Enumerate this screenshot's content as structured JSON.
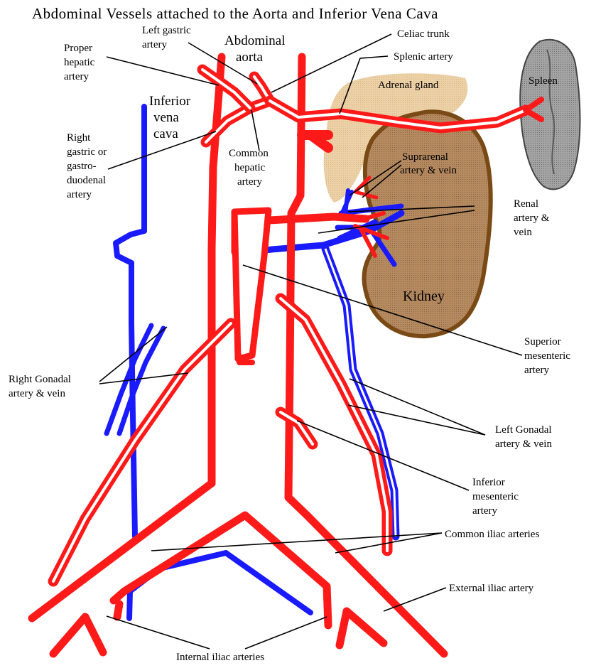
{
  "title": "Abdominal Vessels attached to the Aorta and Inferior Vena Cava",
  "colors": {
    "artery": "#ff1a1a",
    "vein": "#1a1aff",
    "adrenal": "#e9c99a",
    "kidney_fill": "#b58a60",
    "kidney_border": "#7a4a16",
    "spleen": "#9a9a9a"
  },
  "labels": {
    "left_gastric_1": "Left gastric",
    "left_gastric_2": "artery",
    "abdominal_aorta_1": "Abdominal",
    "abdominal_aorta_2": "aorta",
    "celiac_trunk": "Celiac trunk",
    "splenic_artery": "Splenic artery",
    "proper_hepatic_1": "Proper",
    "proper_hepatic_2": "hepatic",
    "proper_hepatic_3": "artery",
    "adrenal_gland": "Adrenal gland",
    "spleen": "Spleen",
    "ivc_1": "Inferior",
    "ivc_2": "vena",
    "ivc_3": "cava",
    "right_gastric_1": "Right",
    "right_gastric_2": "gastric or",
    "right_gastric_3": "gastro-",
    "right_gastric_4": "duodenal",
    "right_gastric_5": "artery",
    "common_hepatic_1": "Common",
    "common_hepatic_2": "hepatic",
    "common_hepatic_3": "artery",
    "suprarenal_1": "Suprarenal",
    "suprarenal_2": "artery & vein",
    "renal_1": "Renal",
    "renal_2": "artery &",
    "renal_3": "vein",
    "kidney": "Kidney",
    "superior_mesenteric_1": "Superior",
    "superior_mesenteric_2": "mesenteric",
    "superior_mesenteric_3": "artery",
    "right_gonadal_1": "Right Gonadal",
    "right_gonadal_2": "artery & vein",
    "left_gonadal_1": "Left Gonadal",
    "left_gonadal_2": "artery & vein",
    "inferior_mesenteric_1": "Inferior",
    "inferior_mesenteric_2": "mesenteric",
    "inferior_mesenteric_3": "artery",
    "common_iliac": "Common iliac arteries",
    "external_iliac": "External iliac artery",
    "internal_iliac": "Internal iliac arteries"
  }
}
